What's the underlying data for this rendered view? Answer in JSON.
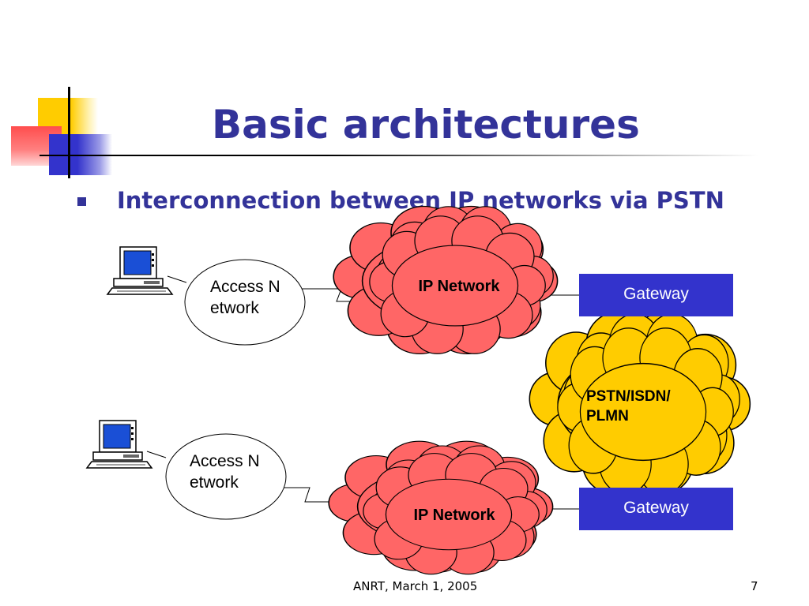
{
  "slide": {
    "title": "Basic architectures",
    "bullet": "Interconnection between IP networks via PSTN",
    "footer_left": "ANRT, March 1, 2005",
    "page_number": "7"
  },
  "diagram": {
    "access_network_top": "Access Network",
    "access_network_bottom": "Access Network",
    "ip_network_top": "IP Network",
    "ip_network_bottom": "IP Network",
    "gateway_top": "Gateway",
    "gateway_bottom": "Gateway",
    "pstn_line1": "PSTN/ISDN/",
    "pstn_line2": "PLMN"
  },
  "colors": {
    "title": "#333399",
    "gateway_fill": "#3333cc",
    "ip_cloud_fill": "#ff6666",
    "pstn_cloud_fill": "#ffcc00",
    "deco_yellow": "#ffcc00",
    "deco_red": "#ff5555",
    "deco_blue": "#3333cc"
  },
  "icons": {
    "computer": "desktop-computer-icon",
    "bullet": "square-bullet-icon"
  }
}
